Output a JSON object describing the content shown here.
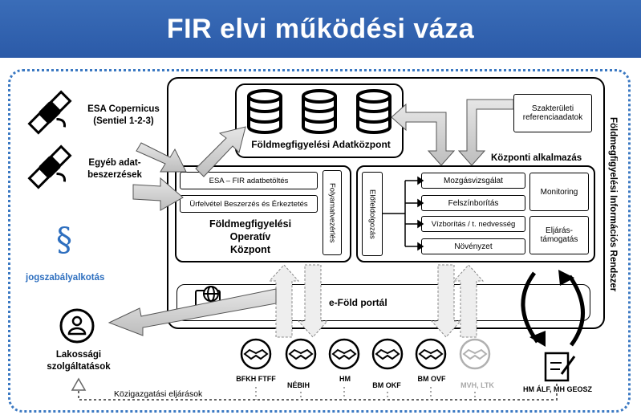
{
  "header": {
    "title": "FIR elvi működési váza"
  },
  "sources": {
    "esa_line1": "ESA Copernicus",
    "esa_line2": "(Sentiel 1-2-3)",
    "other_line1": "Egyéb adat-",
    "other_line2": "beszerzések",
    "law_symbol": "§",
    "law_label": "jogszabályalkotás"
  },
  "system": {
    "label": "Földmegfigyelési Információs Rendszer"
  },
  "datacenter": {
    "label": "Földmegfigyelési Adatközpont"
  },
  "reference": {
    "line1": "Szakterületi",
    "line2": "referenciaadatok"
  },
  "central": {
    "label": "Központi alkalmazás"
  },
  "operative": {
    "row1": "ESA – FIR adatbetöltés",
    "row2": "Ürfelvétel Beszerzés és Érkeztetés",
    "process": "Folyamatvezérlés",
    "name_line1": "Földmegfigyelési",
    "name_line2": "Operatív",
    "name_line3": "Központ"
  },
  "app": {
    "preprocess": "Előfeldolgozás",
    "modules": [
      "Mozgásvizsgálat",
      "Felszínborítás",
      "Vízborítás / t. nedvesség",
      "Növényzet"
    ],
    "monitoring": "Monitoring",
    "support_line1": "Eljárás-",
    "support_line2": "támogatás"
  },
  "portal": {
    "label": "e-Föld portál"
  },
  "public": {
    "line1": "Lakossági",
    "line2": "szolgáltatások"
  },
  "agencies": [
    {
      "label": "BFKH FTFF"
    },
    {
      "label": "NÉBIH"
    },
    {
      "label": "HM"
    },
    {
      "label": "BM OKF"
    },
    {
      "label": "BM OVF"
    },
    {
      "label": "MVH, LTK"
    }
  ],
  "hm": {
    "label": "HM ÁLF, MH GEOSZ"
  },
  "bottom": {
    "label": "Közigazgatási eljárások"
  },
  "colors": {
    "title_bg": "#2b5aa8",
    "law_blue": "#2e6fbf",
    "arrow_gray": "#bdbdbd",
    "dotted_border": "#3a78c2"
  }
}
